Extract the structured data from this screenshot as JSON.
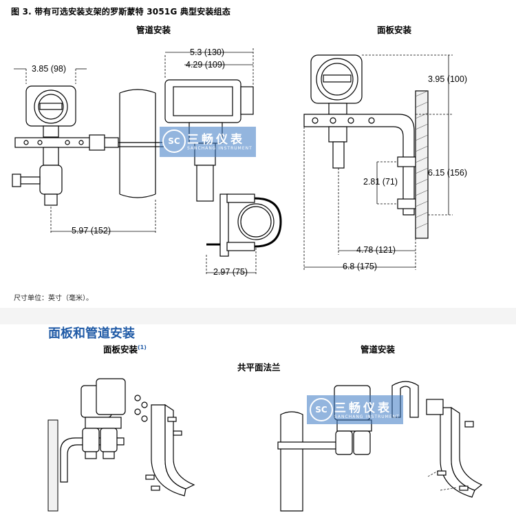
{
  "figure": {
    "title": "图 3. 带有可选安装支架的罗斯蒙特 3051G 典型安装组态",
    "pipe_mount_label": "管道安装",
    "panel_mount_label": "面板安装",
    "units_note": "尺寸单位：英寸（毫米）。"
  },
  "dimensions": {
    "d1": "3.85 (98)",
    "d2": "5.3 (130)",
    "d3": "4.29 (109)",
    "d4": "5.97 (152)",
    "d5": "2.97 (75)",
    "d6": "3.95 (100)",
    "d7": "6.15 (156)",
    "d8": "2.81 (71)",
    "d9": "4.78 (121)",
    "d10": "6.8 (175)"
  },
  "section": {
    "title": "面板和管道安装",
    "panel_label": "面板安装",
    "panel_footnote": "(1)",
    "pipe_label": "管道安装",
    "flange_label": "共平面法兰"
  },
  "watermark": {
    "text": "三畅仪表",
    "sub": "SANCHANG INSTRUMENT",
    "logo": "SC"
  },
  "colors": {
    "accent_blue": "#1f5aa6",
    "watermark_blue": "#3a79c2"
  }
}
